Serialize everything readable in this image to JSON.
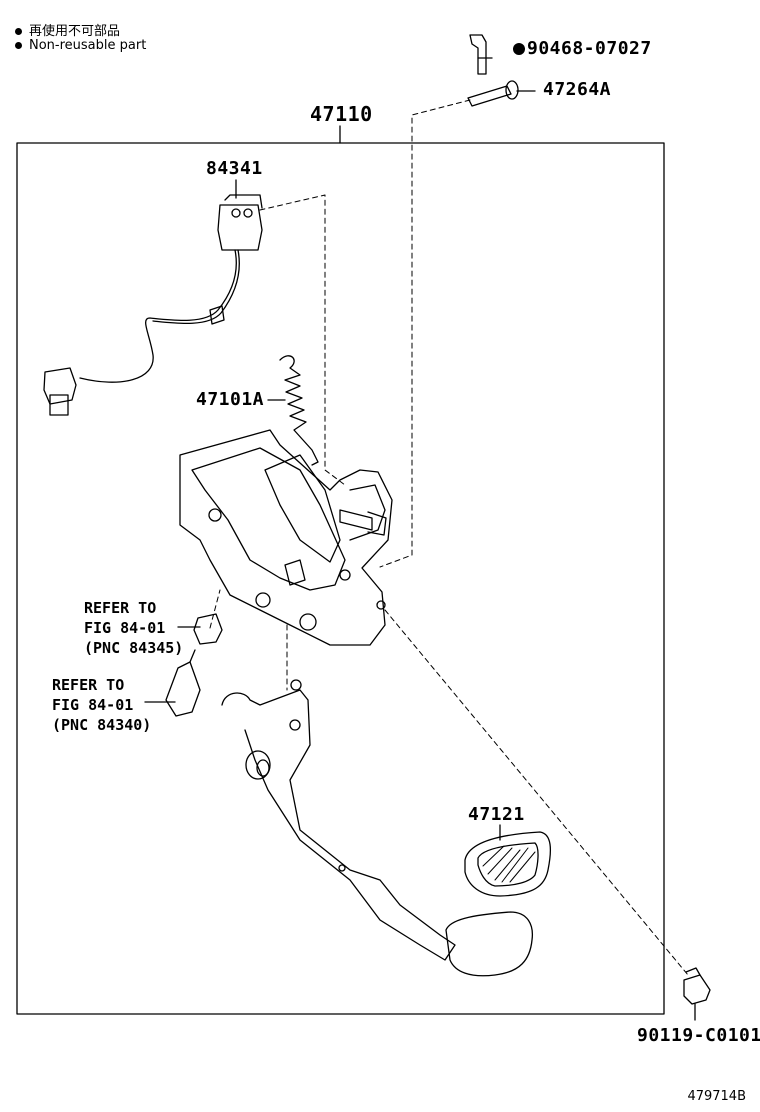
{
  "legend": {
    "cn_text": "再使用不可部品",
    "en_text": "Non-reusable part"
  },
  "assembly": {
    "number": "47110"
  },
  "parts": {
    "p84341": "84341",
    "p47101A": "47101A",
    "p47121": "47121",
    "p47264A": "47264A",
    "p90468": "90468-07027",
    "p90119": "90119-C0101"
  },
  "refer_1": {
    "line1": "REFER TO",
    "line2": "FIG 84-01",
    "line3": "(PNC 84345)"
  },
  "refer_2": {
    "line1": "REFER TO",
    "line2": "FIG 84-01",
    "line3": "(PNC 84340)"
  },
  "illustration_id": "479714B",
  "icons": {
    "non_reusable_marker": "filled-circle-icon"
  }
}
